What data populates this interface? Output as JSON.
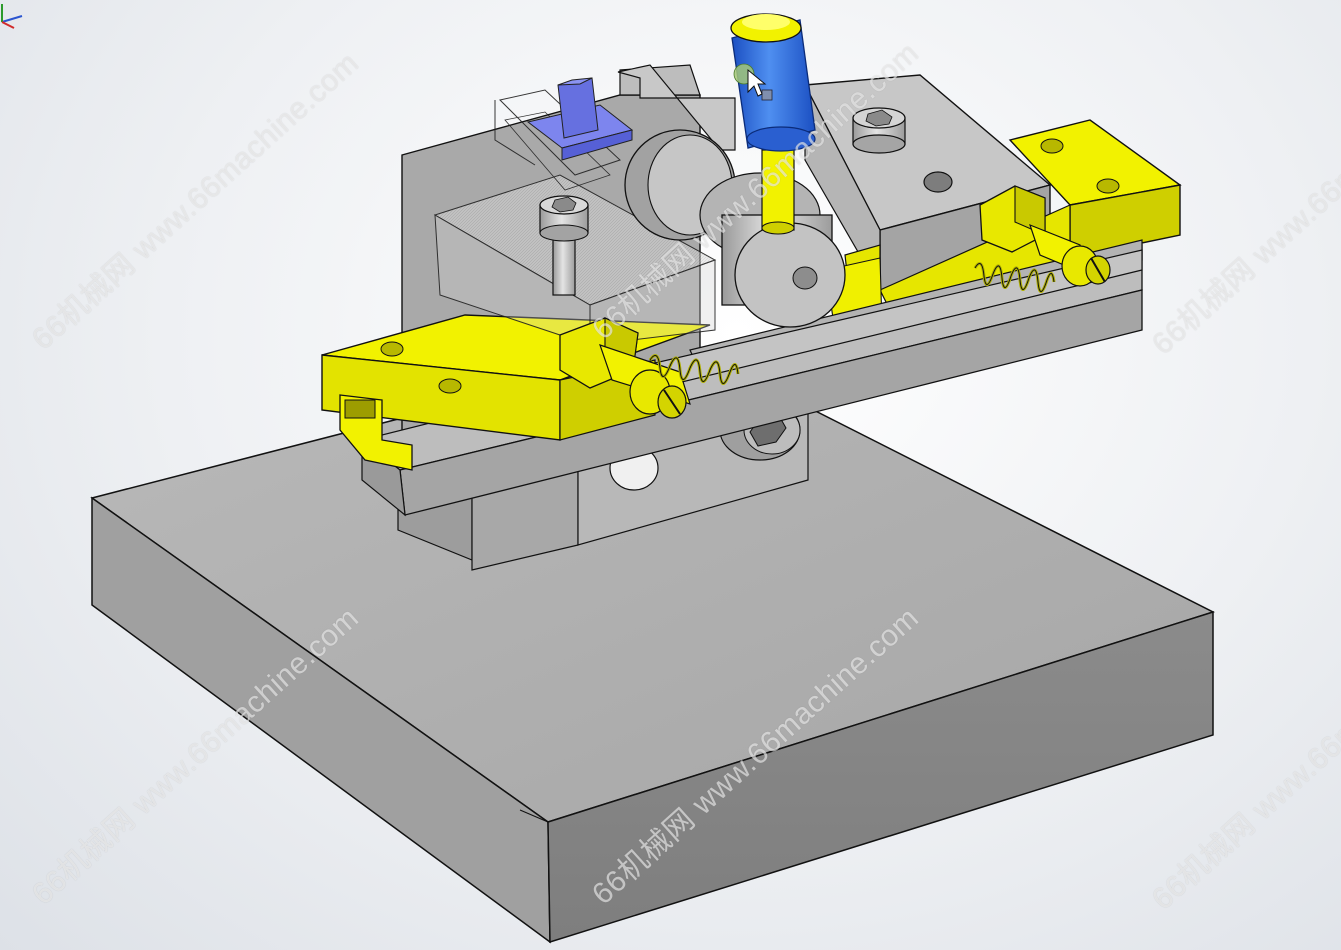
{
  "viewport": {
    "name": "cad-3d-viewport",
    "model": "fixture-assembly"
  },
  "watermark": {
    "text": "66机械网 www.66machine.com"
  },
  "colors": {
    "background": "#eef0f3",
    "steel_light": "#c9c9c9",
    "steel_mid": "#a9a9a9",
    "steel_dark": "#8a8a8a",
    "yellow": "#f2f200",
    "yellow_dark": "#cfcf00",
    "selection_blue": "#2f6fe0",
    "preview_blue": "#6670e0",
    "edge": "#111111"
  },
  "icons": {
    "cursor": "arrow-cursor-icon",
    "move_handle": "drag-handle-icon",
    "coordinate_triad": "axis-triad-icon"
  }
}
